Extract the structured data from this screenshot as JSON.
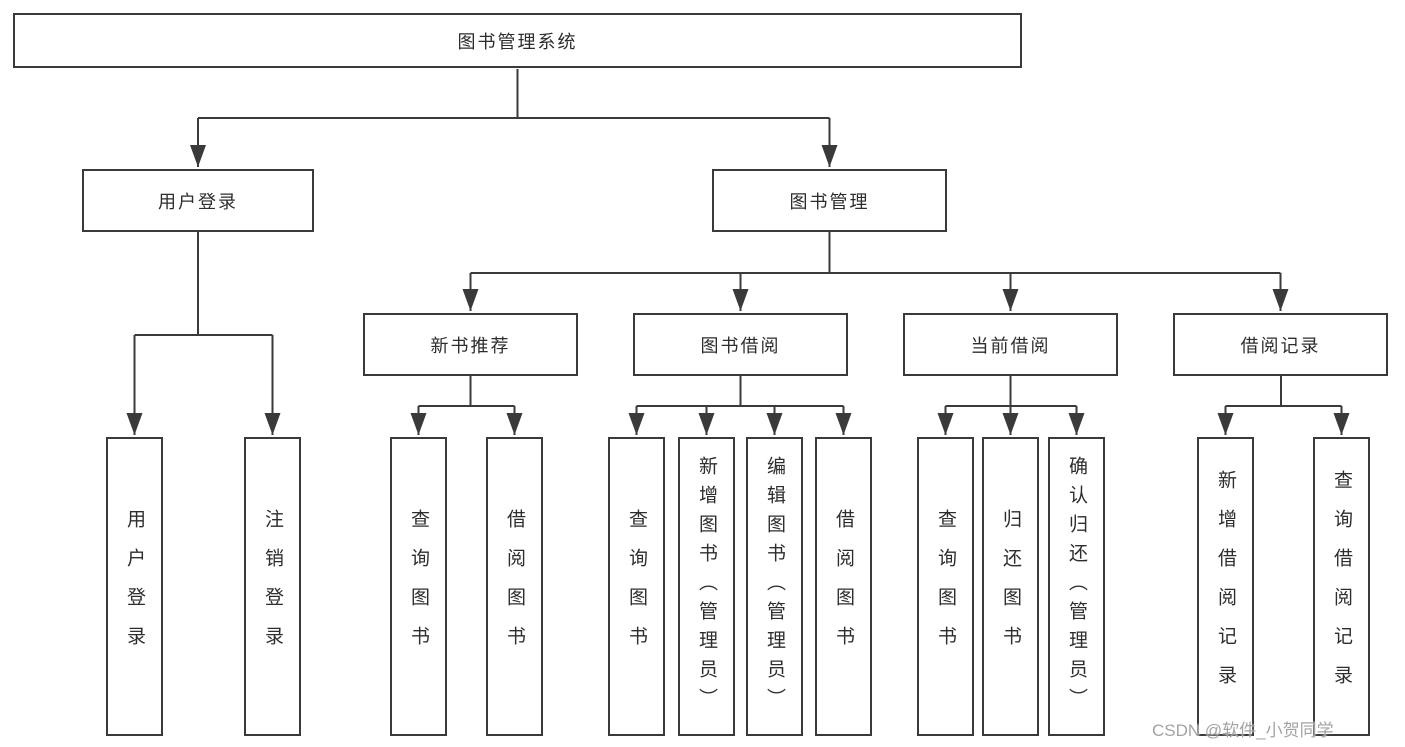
{
  "diagram": {
    "title": "图书管理系统",
    "level2": [
      {
        "label": "用户登录"
      },
      {
        "label": "图书管理"
      }
    ],
    "level3": [
      {
        "label": "新书推荐",
        "parent": "图书管理"
      },
      {
        "label": "图书借阅",
        "parent": "图书管理"
      },
      {
        "label": "当前借阅",
        "parent": "图书管理"
      },
      {
        "label": "借阅记录",
        "parent": "图书管理"
      }
    ],
    "leaves": [
      {
        "label": "用户登录",
        "parent": "用户登录"
      },
      {
        "label": "注销登录",
        "parent": "用户登录"
      },
      {
        "label": "查询图书",
        "parent": "新书推荐"
      },
      {
        "label": "借阅图书",
        "parent": "新书推荐"
      },
      {
        "label": "查询图书",
        "parent": "图书借阅"
      },
      {
        "label": "新增图书（管理员）",
        "parent": "图书借阅"
      },
      {
        "label": "编辑图书（管理员）",
        "parent": "图书借阅"
      },
      {
        "label": "借阅图书",
        "parent": "图书借阅"
      },
      {
        "label": "查询图书",
        "parent": "当前借阅"
      },
      {
        "label": "归还图书",
        "parent": "当前借阅"
      },
      {
        "label": "确认归还（管理员）",
        "parent": "当前借阅"
      },
      {
        "label": "新增借阅记录",
        "parent": "借阅记录"
      },
      {
        "label": "查询借阅记录",
        "parent": "借阅记录"
      }
    ],
    "watermark": "CSDN @软件_小贺同学",
    "colors": {
      "line": "#3a3a3a",
      "text": "#2d2d2d",
      "watermark": "#9e9e9e",
      "background": "#ffffff"
    }
  }
}
